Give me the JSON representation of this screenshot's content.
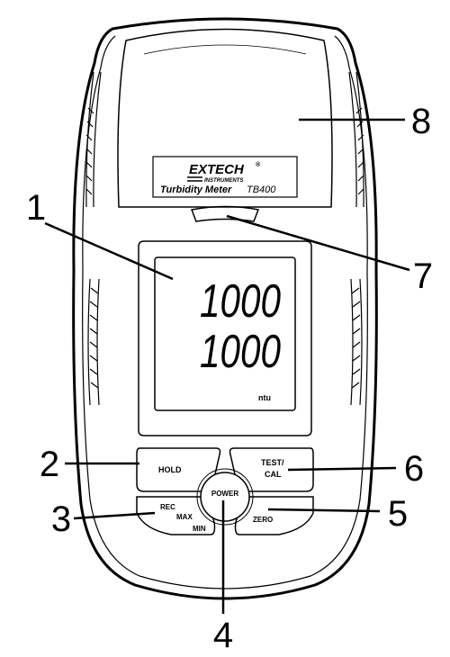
{
  "brand": {
    "name": "EXTECH",
    "trademark": "®",
    "sub": "INSTRUMENTS",
    "product": "Turbidity Meter",
    "model": "TB400"
  },
  "display": {
    "row1": "1000",
    "row2": "1000",
    "unit": "ntu"
  },
  "buttons": {
    "hold": "HOLD",
    "test_line1": "TEST/",
    "test_line2": "CAL",
    "power": "POWER",
    "rec": "REC",
    "max": "MAX",
    "min": "MIN",
    "zero": "ZERO"
  },
  "callouts": {
    "c1": "1",
    "c2": "2",
    "c3": "3",
    "c4": "4",
    "c5": "5",
    "c6": "6",
    "c7": "7",
    "c8": "8"
  }
}
